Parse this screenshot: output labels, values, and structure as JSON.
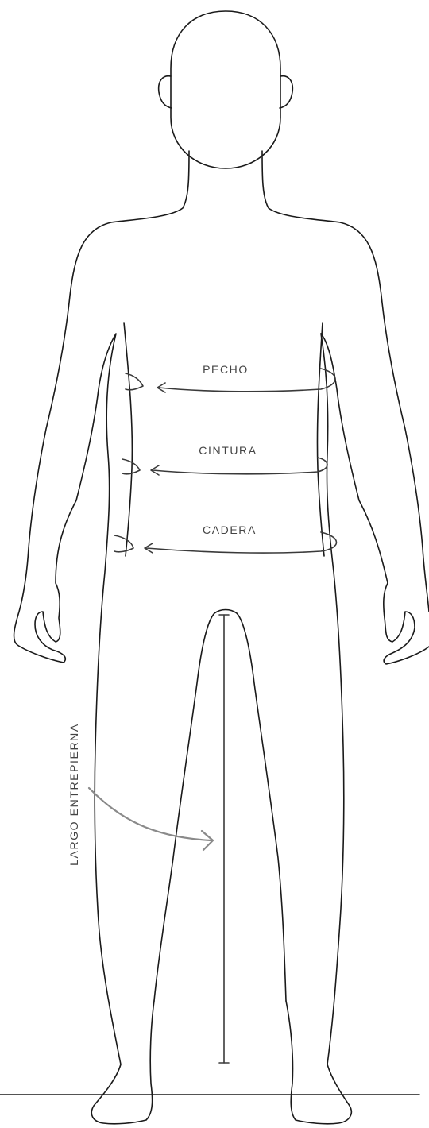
{
  "diagram": {
    "labels": {
      "chest": "PECHO",
      "waist": "CINTURA",
      "hip": "CADERA",
      "inseam": "LARGO ENTREPIERNA"
    },
    "colors": {
      "outline": "#1a1a1a",
      "measure_line": "#3a3a3a",
      "label_text": "#444444",
      "inseam_pointer": "#8a8a8a",
      "background": "#ffffff"
    },
    "icons": {
      "chest_marker": "curved-measurement-arrow-icon",
      "waist_marker": "curved-measurement-arrow-icon",
      "hip_marker": "curved-measurement-arrow-icon",
      "inseam_marker": "vertical-measurement-line-icon",
      "inseam_pointer": "curved-pointer-arrow-icon"
    }
  }
}
